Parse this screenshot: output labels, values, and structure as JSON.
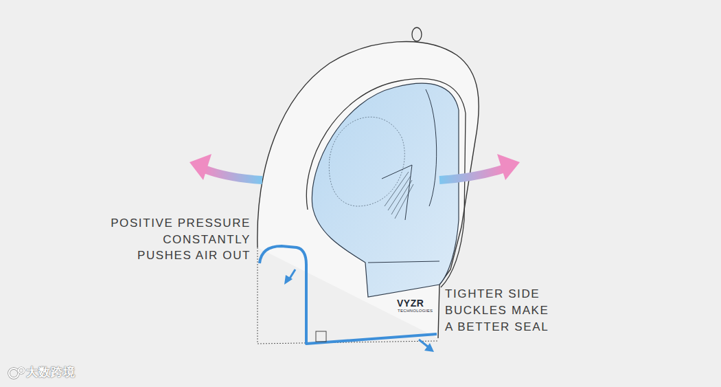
{
  "diagram": {
    "labels": [
      "POSITIVE PRESSURE CONSTANTLY PUSHES AIR OUT",
      "TIGHTER SIDE BUCKLES MAKE A BETTER SEAL",
      "VYZR",
      "TECHNOLOGIES",
      "大数跨境"
    ]
  }
}
